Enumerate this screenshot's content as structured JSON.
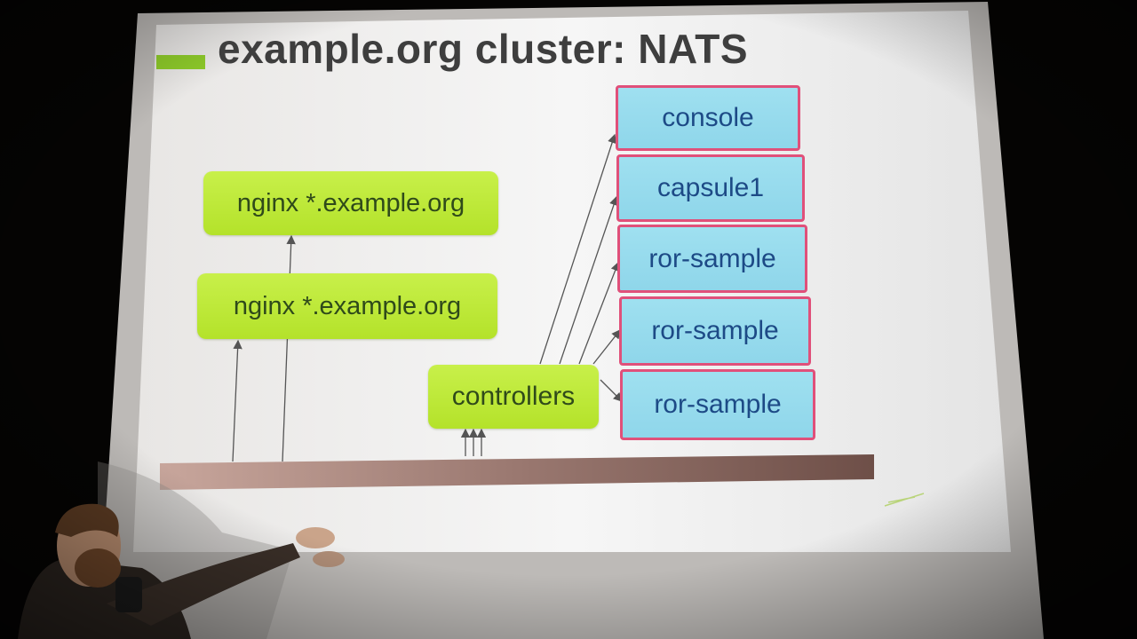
{
  "slide": {
    "title": "example.org cluster: NATS",
    "nginx_top": "nginx *.example.org",
    "nginx_bottom": "nginx *.example.org",
    "controllers": "controllers",
    "apps": [
      "console",
      "capsule1",
      "ror-sample",
      "ror-sample",
      "ror-sample"
    ]
  }
}
